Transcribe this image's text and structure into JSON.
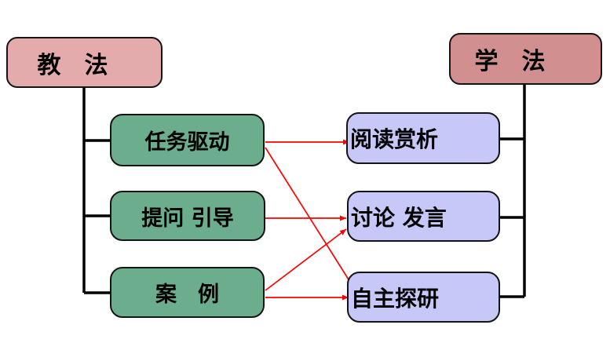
{
  "diagram": {
    "background": "#ffffff",
    "text_color": "#000000",
    "connector_color": "#000000",
    "arrow_color": "#ff0000",
    "nodes": {
      "teach": {
        "label": "教　法",
        "fill": "#e3abab",
        "role": "root-left"
      },
      "learn": {
        "label": "学　法",
        "fill": "#d18f8f",
        "role": "root-right"
      },
      "task": {
        "label": "任务驱动",
        "fill": "#6bad8d",
        "group": "teaching-method"
      },
      "question": {
        "label": "提问 引导",
        "fill": "#6bad8d",
        "group": "teaching-method"
      },
      "case": {
        "label": "案　例",
        "fill": "#6bad8d",
        "group": "teaching-method"
      },
      "reading": {
        "label": "阅读赏析",
        "fill": "#c7c7f8",
        "group": "learning-method"
      },
      "discussion": {
        "label": "讨论 发言",
        "fill": "#c7c7f8",
        "group": "learning-method"
      },
      "exploration": {
        "label": "自主探研",
        "fill": "#c7c7f8",
        "group": "learning-method"
      }
    },
    "tree_edges": [
      {
        "from": "教　法",
        "to": "任务驱动"
      },
      {
        "from": "教　法",
        "to": "提问 引导"
      },
      {
        "from": "教　法",
        "to": "案　例"
      },
      {
        "from": "学　法",
        "to": "阅读赏析"
      },
      {
        "from": "学　法",
        "to": "讨论 发言"
      },
      {
        "from": "学　法",
        "to": "自主探研"
      }
    ],
    "red_arrows": [
      {
        "from": "任务驱动",
        "to": "阅读赏析"
      },
      {
        "from": "任务驱动",
        "to": "自主探研"
      },
      {
        "from": "提问 引导",
        "to": "讨论 发言"
      },
      {
        "from": "案　例",
        "to": "讨论 发言"
      },
      {
        "from": "案　例",
        "to": "自主探研"
      }
    ]
  }
}
